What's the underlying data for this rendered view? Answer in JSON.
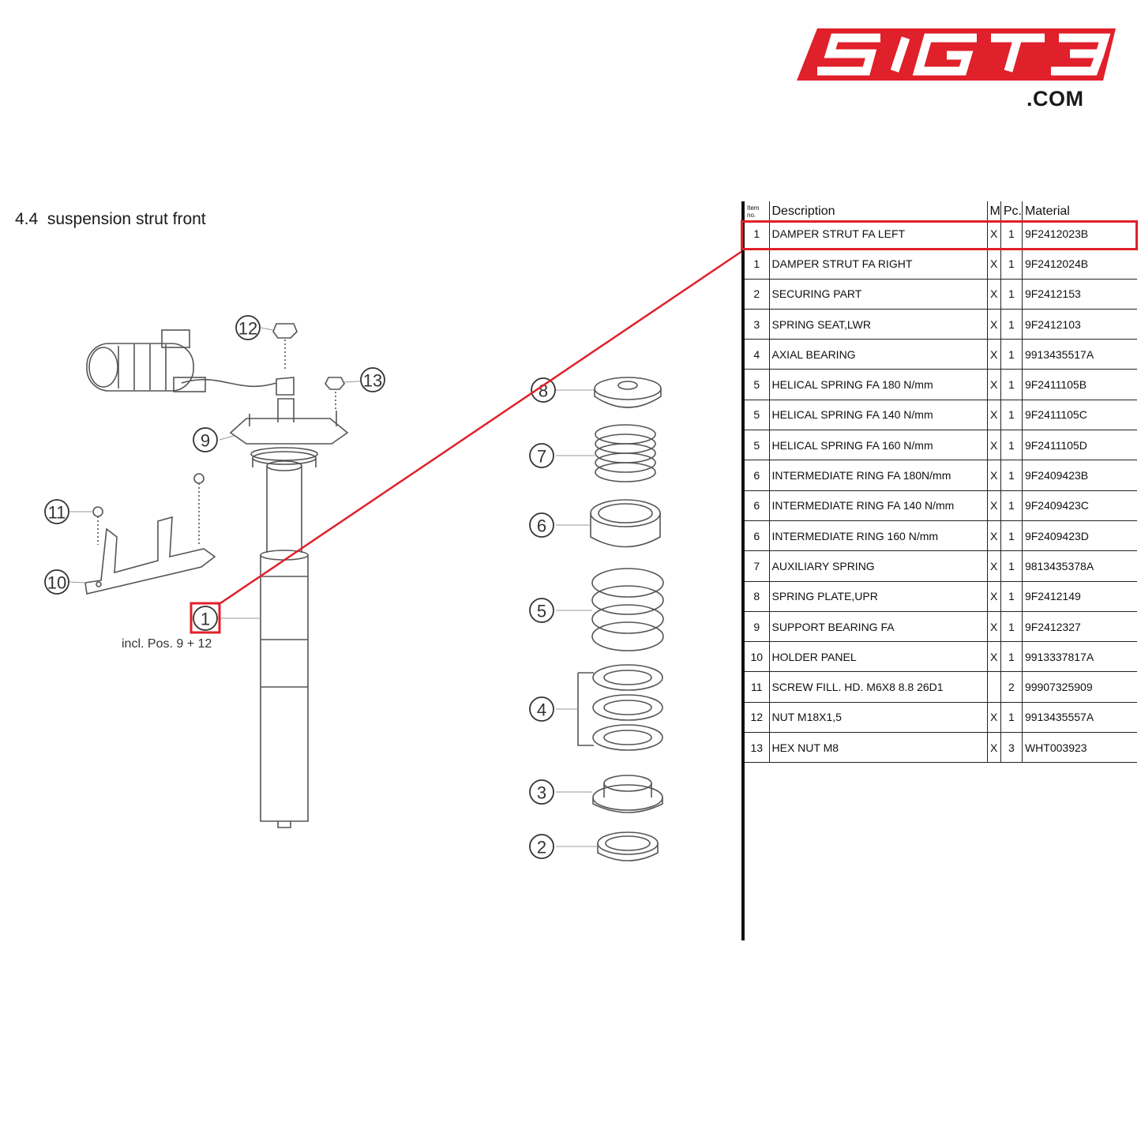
{
  "brand": {
    "name": "SIGT3",
    "suffix": ".COM",
    "color": "#e0202a"
  },
  "section": {
    "number": "4.4",
    "title": "suspension strut front"
  },
  "diagram": {
    "caption": "incl. Pos. 9 + 12",
    "callouts": [
      "1",
      "2",
      "3",
      "4",
      "5",
      "6",
      "7",
      "8",
      "9",
      "10",
      "11",
      "12",
      "13"
    ],
    "highlight_color": "#e0202a"
  },
  "parts_table": {
    "headers": {
      "item": "Item no.",
      "description": "Description",
      "m": "M",
      "pc": "Pc.",
      "material": "Material"
    },
    "rows": [
      {
        "item": "1",
        "description": "DAMPER STRUT FA LEFT",
        "m": "X",
        "pc": "1",
        "material": "9F2412023B",
        "highlighted": true
      },
      {
        "item": "1",
        "description": "DAMPER STRUT FA RIGHT",
        "m": "X",
        "pc": "1",
        "material": "9F2412024B"
      },
      {
        "item": "2",
        "description": "SECURING PART",
        "m": "X",
        "pc": "1",
        "material": "9F2412153"
      },
      {
        "item": "3",
        "description": "SPRING SEAT,LWR",
        "m": "X",
        "pc": "1",
        "material": "9F2412103"
      },
      {
        "item": "4",
        "description": "AXIAL BEARING",
        "m": "X",
        "pc": "1",
        "material": "9913435517A"
      },
      {
        "item": "5",
        "description": "HELICAL SPRING FA 180 N/mm",
        "m": "X",
        "pc": "1",
        "material": "9F2411105B"
      },
      {
        "item": "5",
        "description": "HELICAL SPRING FA 140 N/mm",
        "m": "X",
        "pc": "1",
        "material": "9F2411105C"
      },
      {
        "item": "5",
        "description": "HELICAL SPRING FA 160 N/mm",
        "m": "X",
        "pc": "1",
        "material": "9F2411105D"
      },
      {
        "item": "6",
        "description": "INTERMEDIATE RING FA 180N/mm",
        "m": "X",
        "pc": "1",
        "material": "9F2409423B"
      },
      {
        "item": "6",
        "description": "INTERMEDIATE RING FA 140 N/mm",
        "m": "X",
        "pc": "1",
        "material": "9F2409423C"
      },
      {
        "item": "6",
        "description": "INTERMEDIATE RING 160 N/mm",
        "m": "X",
        "pc": "1",
        "material": "9F2409423D"
      },
      {
        "item": "7",
        "description": "AUXILIARY SPRING",
        "m": "X",
        "pc": "1",
        "material": "9813435378A"
      },
      {
        "item": "8",
        "description": "SPRING PLATE,UPR",
        "m": "X",
        "pc": "1",
        "material": "9F2412149"
      },
      {
        "item": "9",
        "description": "SUPPORT BEARING FA",
        "m": "X",
        "pc": "1",
        "material": "9F2412327"
      },
      {
        "item": "10",
        "description": "HOLDER PANEL",
        "m": "X",
        "pc": "1",
        "material": "9913337817A"
      },
      {
        "item": "11",
        "description": "SCREW FILL. HD. M6X8 8.8 26D1",
        "m": "",
        "pc": "2",
        "material": "99907325909"
      },
      {
        "item": "12",
        "description": "NUT M18X1,5",
        "m": "X",
        "pc": "1",
        "material": "9913435557A"
      },
      {
        "item": "13",
        "description": "HEX NUT M8",
        "m": "X",
        "pc": "3",
        "material": "WHT003923"
      }
    ]
  }
}
